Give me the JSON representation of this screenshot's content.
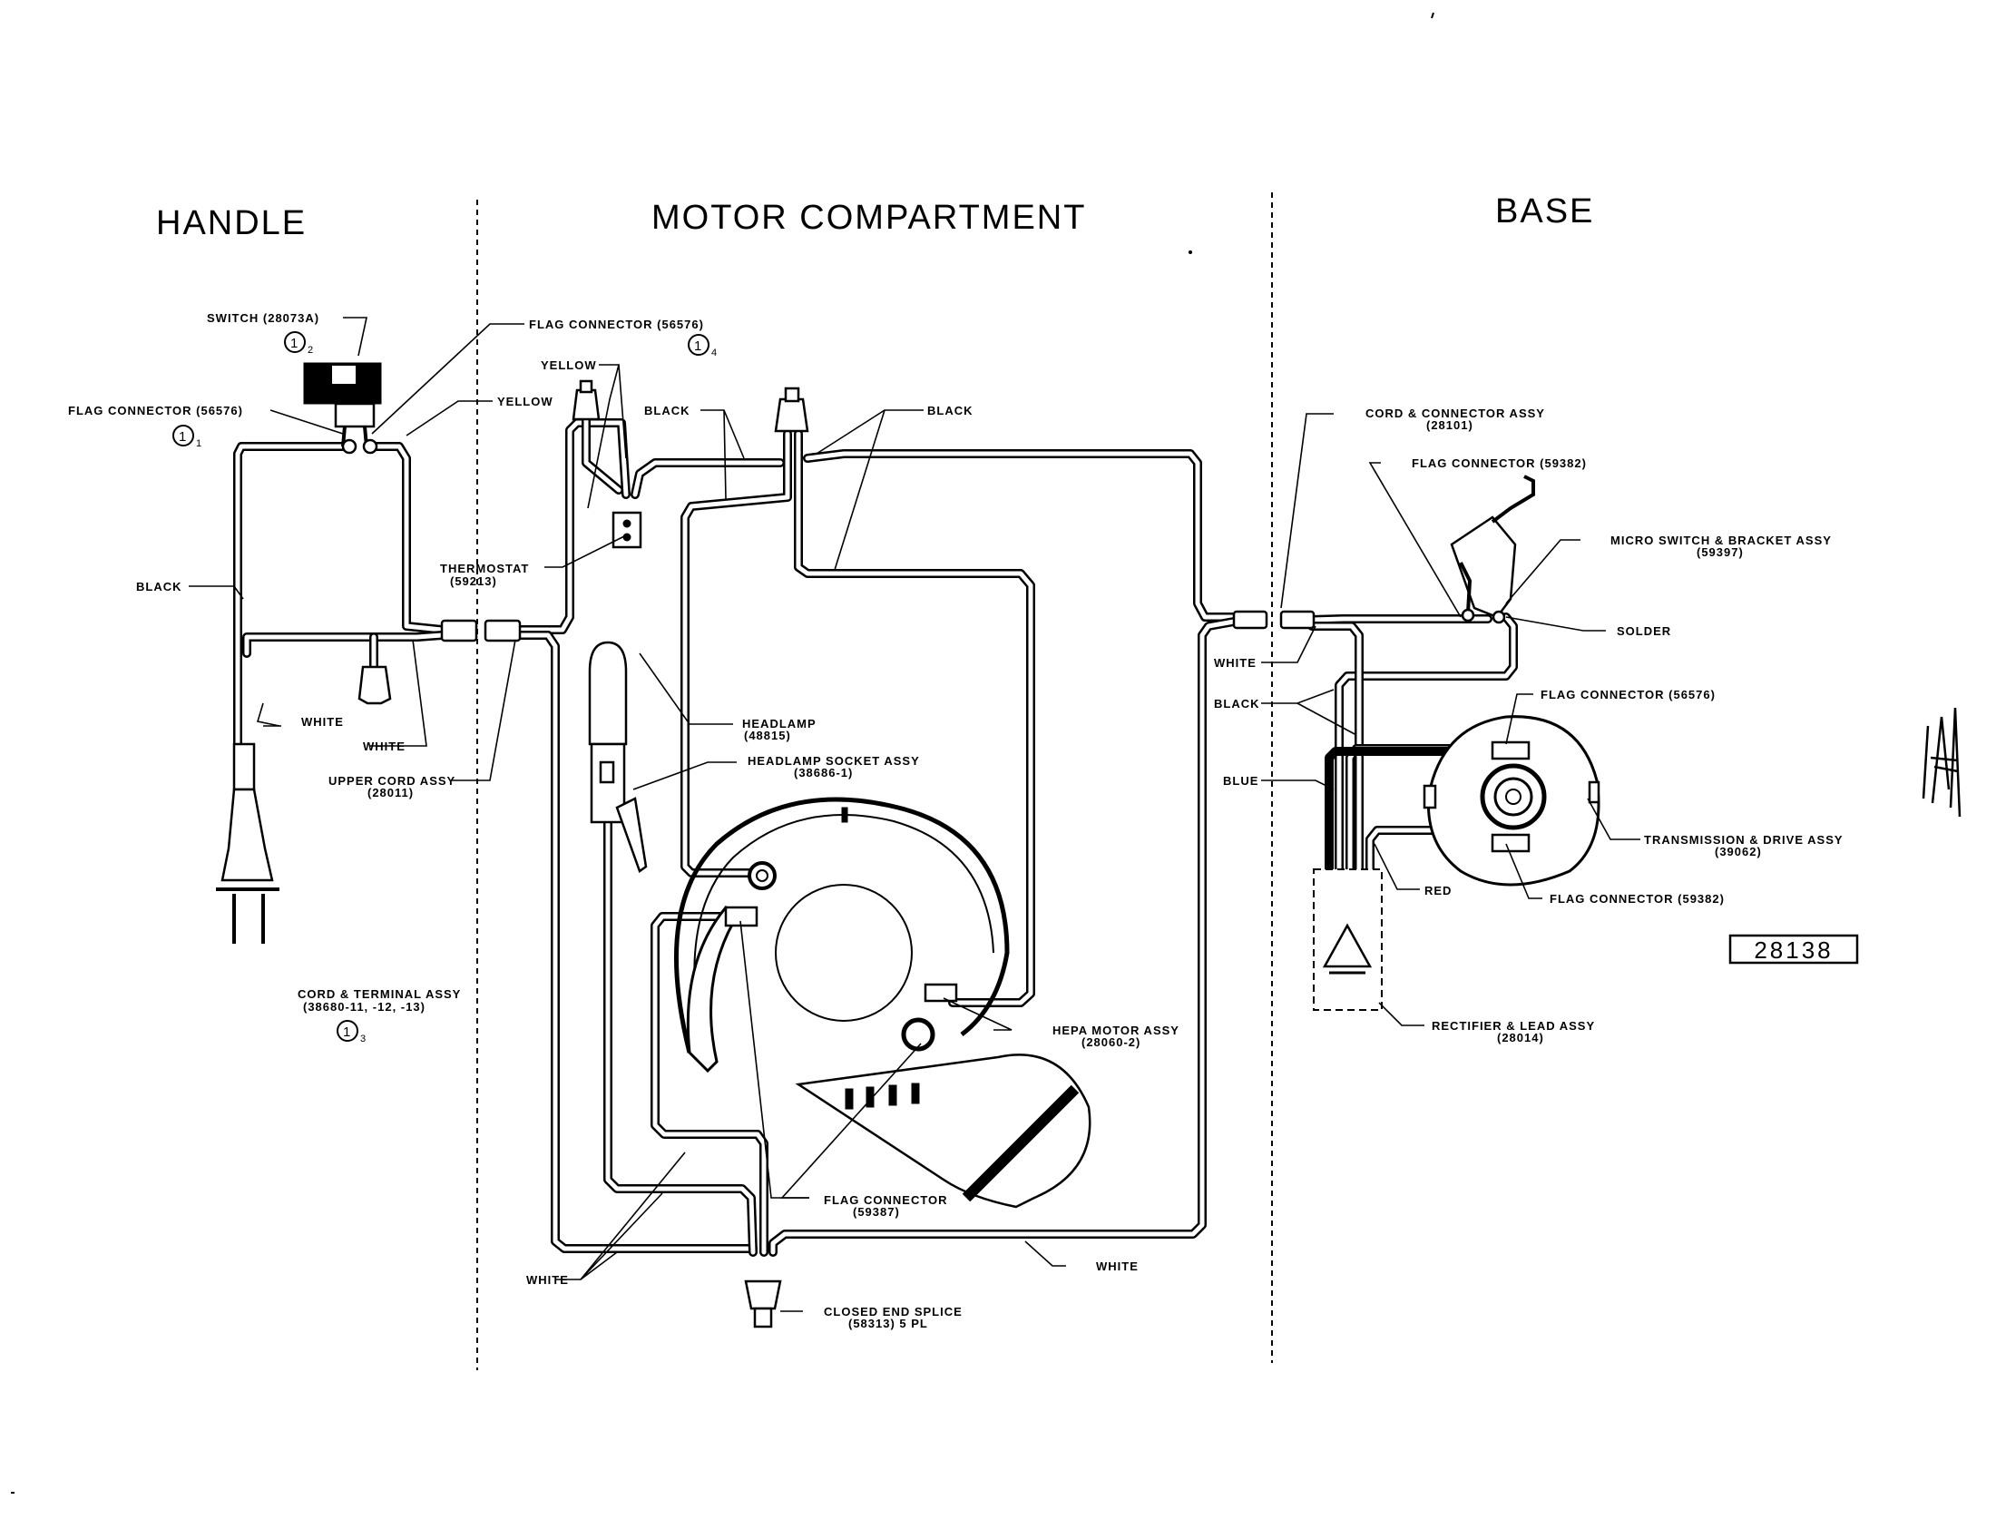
{
  "sections": {
    "handle": "HANDLE",
    "motor": "MOTOR COMPARTMENT",
    "base": "BASE"
  },
  "labels": {
    "switch": "SWITCH (28073A)",
    "flag_connector_left": "FLAG CONNECTOR (56576)",
    "flag_connector_top": "FLAG CONNECTOR (56576)",
    "yellow_1": "YELLOW",
    "yellow_2": "YELLOW",
    "black_handle": "BLACK",
    "black_mid_1": "BLACK",
    "black_mid_2": "BLACK",
    "thermostat_1": "THERMOSTAT",
    "thermostat_2": "(59213)",
    "white_1": "WHITE",
    "white_2": "WHITE",
    "upper_cord_1": "UPPER CORD ASSY",
    "upper_cord_2": "(28011)",
    "cord_terminal_1": "CORD & TERMINAL ASSY",
    "cord_terminal_2": "(38680-11, -12, -13)",
    "headlamp_1": "HEADLAMP",
    "headlamp_2": "(48815)",
    "headlamp_socket_1": "HEADLAMP SOCKET ASSY",
    "headlamp_socket_2": "(38686-1)",
    "hepa_motor_1": "HEPA MOTOR ASSY",
    "hepa_motor_2": "(28060-2)",
    "flag_connector_motor_1": "FLAG CONNECTOR",
    "flag_connector_motor_2": "(59387)",
    "white_bottom_left": "WHITE",
    "white_bottom_right": "WHITE",
    "closed_end_1": "CLOSED END SPLICE",
    "closed_end_2": "(58313) 5 PL",
    "cord_connector_1": "CORD & CONNECTOR ASSY",
    "cord_connector_2": "(28101)",
    "flag_connector_base_1": "FLAG CONNECTOR (59382)",
    "micro_switch_1": "MICRO SWITCH & BRACKET ASSY",
    "micro_switch_2": "(59397)",
    "solder": "SOLDER",
    "white_base": "WHITE",
    "black_base": "BLACK",
    "blue_base": "BLUE",
    "flag_connector_base_2": "FLAG CONNECTOR (56576)",
    "transmission_1": "TRANSMISSION & DRIVE ASSY",
    "transmission_2": "(39062)",
    "red_base": "RED",
    "flag_connector_base_3": "FLAG CONNECTOR (59382)",
    "rectifier_1": "RECTIFIER & LEAD ASSY",
    "rectifier_2": "(28014)",
    "drawing_number": "28138"
  },
  "notes": {
    "n1": "1",
    "n1_sub": "1",
    "n2": "1",
    "n2_sub": "2",
    "n3": "1",
    "n3_sub": "3",
    "n4": "1",
    "n4_sub": "4"
  }
}
